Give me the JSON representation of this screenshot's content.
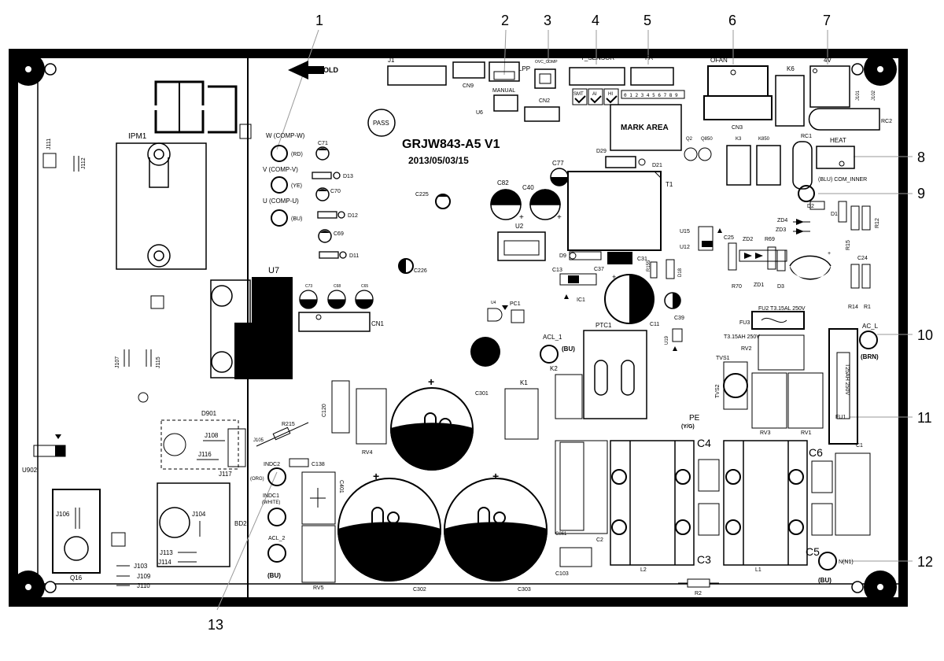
{
  "title": "GRJW843-A5 V1",
  "date": "2013/05/03/15",
  "callouts": {
    "n1": "1",
    "n2": "2",
    "n3": "3",
    "n4": "4",
    "n5": "5",
    "n6": "6",
    "n7": "7",
    "n8": "8",
    "n9": "9",
    "n10": "10",
    "n11": "11",
    "n12": "12",
    "n13": "13"
  },
  "labels": {
    "pass": "PASS",
    "mark_area": "MARK AREA",
    "gold": "GOLD",
    "ipm1": "IPM1",
    "u7": "U7",
    "cn1": "CN1",
    "cn2": "CN2",
    "cn3": "CN3",
    "cn9": "CN9",
    "j1": "J1",
    "lpp": "LPP",
    "manual": "MANUAL",
    "ovc_comp": "OVC_COMP",
    "t_sensor": "T_SENSOR",
    "fa": "FA",
    "ofan": "OFAN",
    "k6": "K6",
    "v4": "4V",
    "j101": "J101",
    "j102": "J102",
    "rc1": "RC1",
    "rc2": "RC2",
    "heat": "HEAT",
    "k3": "K3",
    "k850": "K850",
    "q2": "Q2",
    "q850": "Q850",
    "smt": "SMT",
    "ai": "AI",
    "hi": "HI",
    "digits": "0 1 2 3 4 5 6 7 8 9",
    "w_comp": "W (COMP-W)",
    "v_comp": "V (COMP-V)",
    "u_comp": "U (COMP-U)",
    "rd": "(RD)",
    "ye": "(YE)",
    "bu": "(BU)",
    "c71": "C71",
    "c70": "C70",
    "c69": "C69",
    "d13": "D13",
    "d12": "D12",
    "d11": "D11",
    "c73": "C73",
    "c68": "C68",
    "c65": "C65",
    "c225": "C225",
    "c226": "C226",
    "c82": "C82",
    "c40": "C40",
    "c77": "C77",
    "u2": "U2",
    "u6": "U6",
    "t1": "T1",
    "d29": "D29",
    "d21": "D21",
    "d9": "D9",
    "c37": "C37",
    "c31": "C31",
    "c13": "C13",
    "ic1": "IC1",
    "r155": "R155",
    "d18": "D18",
    "c11": "C11",
    "c39": "C39",
    "u19": "U19",
    "u15": "U15",
    "u12": "U12",
    "blu_com_inner": "(BLU) COM_INNER",
    "d2": "D2",
    "zd4": "ZD4",
    "zd3": "ZD3",
    "d1": "D1",
    "r12": "R12",
    "r15": "R15",
    "c25": "C25",
    "zd2": "ZD2",
    "r69": "R69",
    "r70": "R70",
    "zd1": "ZD1",
    "d3": "D3",
    "c24": "C24",
    "r14": "R14",
    "r1": "R1",
    "fu2": "FU2 T3.15AL 250V",
    "fu3": "FU3",
    "t315ah": "T3.15AH 250V",
    "ac_l": "AC_L",
    "brn": "(BRN)",
    "tvs1": "TVS1",
    "tvs2": "TVS2",
    "rv2": "RV2",
    "rv3": "RV3",
    "rv1": "RV1",
    "t25ah": "T25AH 250V",
    "fu1": "FU1",
    "pe": "PE",
    "y_g": "(Y/G)",
    "c4": "C4",
    "c6": "C6",
    "c1": "C1",
    "c3": "C3",
    "c5": "C5",
    "n_n1": "N(N1)",
    "bu2": "(BU)",
    "l1": "L1",
    "l2": "L2",
    "c2": "C2",
    "c861": "C861",
    "c103": "C103",
    "r2": "R2",
    "ptc1": "PTC1",
    "k1": "K1",
    "k2": "K2",
    "acl1": "ACL_1",
    "bu3": "(BU)",
    "acl2": "ACL_2",
    "bu4": "(BU)",
    "u4": "U4",
    "pc1": "PC1",
    "c301": "C301",
    "c302": "C302",
    "c303": "C303",
    "c120": "C120",
    "rv4": "RV4",
    "rv5": "RV5",
    "c401": "C401",
    "c138": "C138",
    "r215": "R215",
    "j105": "J105",
    "indc2": "INDC2",
    "org": "(ORG)",
    "indc1": "INDC1",
    "white": "(WHITE)",
    "d901": "D901",
    "j108": "J108",
    "j116": "J116",
    "j117": "J117",
    "bd2": "BD2",
    "j104": "J104",
    "j113": "J113",
    "j114": "J114",
    "j103": "J103",
    "j109": "J109",
    "j110": "J110",
    "j106": "J106",
    "q16": "Q16",
    "u902": "U902",
    "j111": "J111",
    "j112": "J112",
    "j107": "J107",
    "j115": "J115"
  },
  "colors": {
    "ink": "#000000",
    "board": "#ffffff",
    "leader": "#888888"
  }
}
